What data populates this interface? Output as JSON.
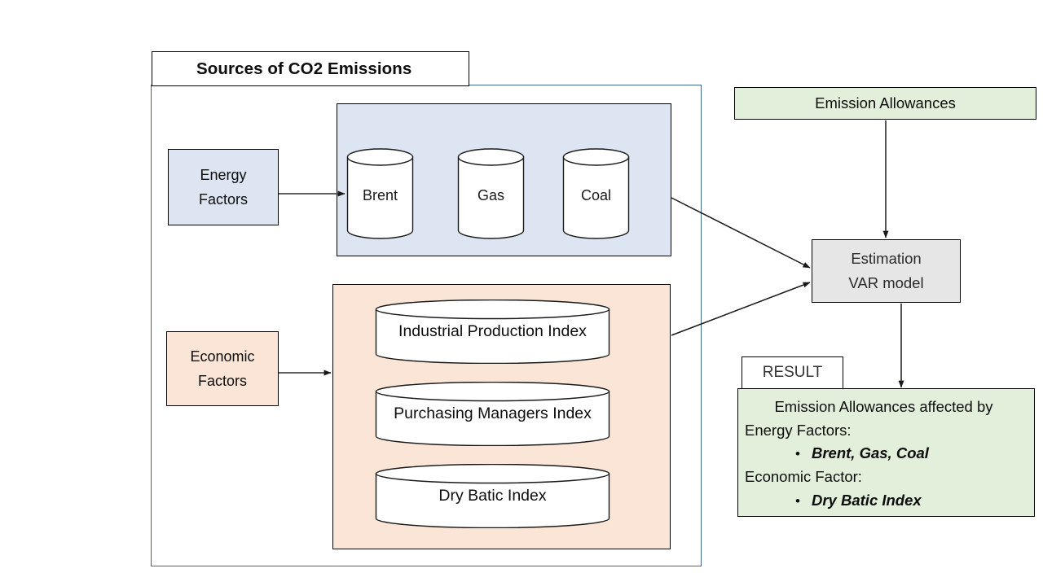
{
  "diagram": {
    "title": "Sources of CO2 Emissions",
    "groups": {
      "energy": {
        "factor_label_line1": "Energy",
        "factor_label_line2": "Factors",
        "nodes": [
          "Brent",
          "Gas",
          "Coal"
        ],
        "fill": "#dce5f1"
      },
      "economic": {
        "factor_label_line1": "Economic",
        "factor_label_line2": "Factors",
        "nodes": [
          "Industrial Production Index",
          "Purchasing Managers Index",
          "Dry Batic Index"
        ],
        "fill": "#fbe5d6"
      }
    },
    "allowances": {
      "label": "Emission Allowances",
      "fill": "#e2efda"
    },
    "estimation": {
      "line1": "Estimation",
      "line2": "VAR model",
      "fill": "#e7e6e6"
    },
    "result": {
      "tab_label": "RESULT",
      "headline": "Emission Allowances affected by",
      "energy_heading": "Energy Factors:",
      "energy_items": "Brent, Gas, Coal",
      "economic_heading": "Economic Factor:",
      "economic_items": "Dry Batic Index",
      "bullet_glyph": "•",
      "fill": "#e2efda"
    },
    "colors": {
      "container_border": "#41688c",
      "shape_border": "#000000",
      "arrow": "#1a1a1a"
    }
  }
}
